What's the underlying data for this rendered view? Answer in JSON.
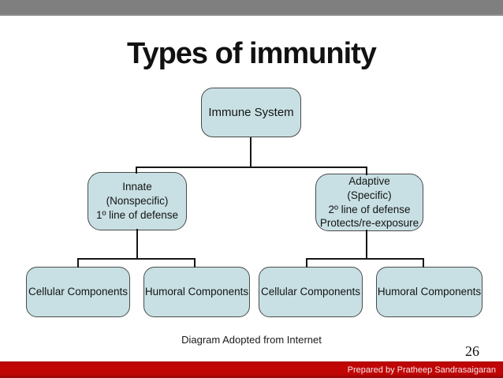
{
  "slide": {
    "title": "Types of immunity",
    "caption": "Diagram Adopted from Internet",
    "page_number": "26",
    "footer_credit": "Prepared by Pratheep Sandrasaigaran"
  },
  "colors": {
    "top_bar": "#7f7f7f",
    "footer_bar": "#c00000",
    "box_fill": "#c8e0e4",
    "box_border": "#4a4a4a",
    "connector": "#161616",
    "title_text": "#111111",
    "footer_text": "#f3eaea"
  },
  "diagram": {
    "type": "tree",
    "nodes": {
      "root": "Immune System",
      "innate": "Innate\n(Nonspecific)\n1º line of defense",
      "adaptive": "Adaptive\n(Specific)\n2º line of defense\nProtects/re-exposure",
      "innate_cellular": "Cellular Components",
      "innate_humoral": "Humoral Components",
      "adaptive_cellular": "Cellular Components",
      "adaptive_humoral": "Humoral Components"
    },
    "edges": [
      [
        "root",
        "innate"
      ],
      [
        "root",
        "adaptive"
      ],
      [
        "innate",
        "innate_cellular"
      ],
      [
        "innate",
        "innate_humoral"
      ],
      [
        "adaptive",
        "adaptive_cellular"
      ],
      [
        "adaptive",
        "adaptive_humoral"
      ]
    ]
  }
}
